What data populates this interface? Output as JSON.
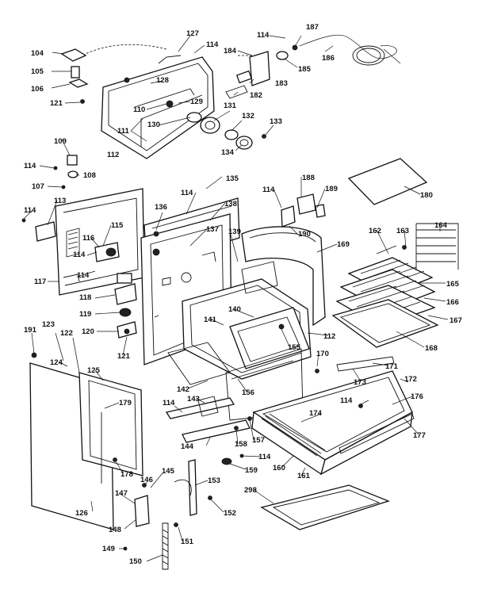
{
  "diagram": {
    "labels": [
      "104",
      "105",
      "106",
      "121",
      "127",
      "114",
      "128",
      "129",
      "110",
      "130",
      "131",
      "132",
      "133",
      "134",
      "111",
      "112",
      "184",
      "114",
      "187",
      "185",
      "186",
      "183",
      "182",
      "109",
      "114",
      "108",
      "107",
      "114",
      "113",
      "115",
      "116",
      "114",
      "114",
      "117",
      "118",
      "119",
      "120",
      "121",
      "135",
      "114",
      "136",
      "138",
      "137",
      "139",
      "114",
      "188",
      "189",
      "190",
      "169",
      "180",
      "162",
      "163",
      "164",
      "165",
      "166",
      "167",
      "168",
      "140",
      "141",
      "112",
      "155",
      "170",
      "142",
      "143",
      "156",
      "171",
      "173",
      "172",
      "176",
      "114",
      "174",
      "177",
      "191",
      "123",
      "122",
      "124",
      "125",
      "179",
      "114",
      "144",
      "158",
      "157",
      "114",
      "159",
      "160",
      "161",
      "178",
      "126",
      "146",
      "145",
      "147",
      "148",
      "153",
      "151",
      "152",
      "298",
      "149",
      "150"
    ]
  }
}
